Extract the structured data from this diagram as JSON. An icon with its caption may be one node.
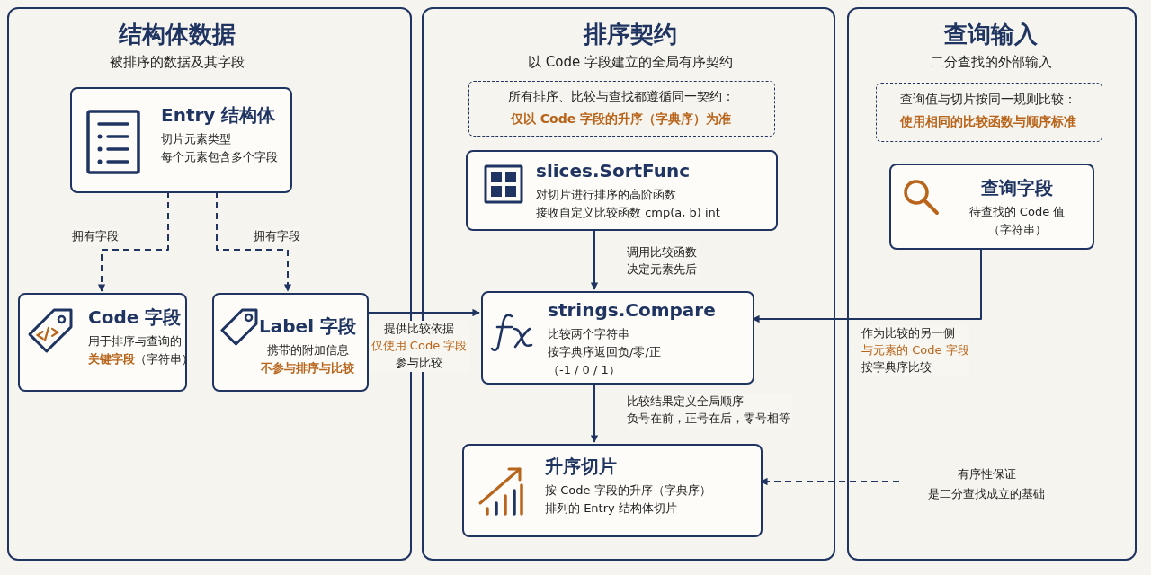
{
  "diagram": {
    "nodes": [
      {
        "text": [
          "结构体数据",
          "被排序的数据及其字段"
        ]
      },
      {
        "text": [
          "Entry 结构体",
          "切片元素类型",
          "每个元素包含多个字段"
        ],
        "in": 0
      },
      {
        "text": [
          "Code 字段",
          "用于排序与查询的",
          "**关键字段**（字符串）"
        ],
        "in": 0
      },
      {
        "text": [
          "Label 字段",
          "携带的附加信息",
          "不参与排序与比较"
        ],
        "in": 0
      },
      {
        "text": [
          "排序契约",
          "以 Code 字段建立的全局有序契约"
        ]
      },
      {
        "text": [
          "所有排序、比较与查找都遵循同一契约：",
          "仅以 Code 字段的升序（字典序）为准"
        ],
        "in": 4
      },
      {
        "text": [
          "slices.SortFunc",
          "对切片进行排序的高阶函数",
          "接收自定义比较函数 cmp(a, b) int"
        ],
        "in": 4
      },
      {
        "text": [
          "strings.Compare",
          "比较两个字符串",
          "按字典序返回负/零/正",
          "（-1 / 0 / 1）"
        ],
        "in": 4
      },
      {
        "text": [
          "升序切片",
          "按 Code 字段的升序（字典序）",
          "排列的 Entry 结构体切片"
        ],
        "in": 4
      },
      {
        "text": [
          "查询输入",
          "二分查找的外部输入"
        ]
      },
      {
        "text": [
          "查询值与切片按同一规则比较：",
          "使用相同的比较函数与顺序标准"
        ],
        "in": 9
      },
      {
        "text": [
          "查询字段",
          "待查找的 Code 值",
          "（字符串）"
        ],
        "in": 9
      },
      {
        "text": [
          "有序性保证",
          "是二分查找成立的基础"
        ],
        "in": 9
      }
    ],
    "edges": [
      {
        "from": 1,
        "to": 2,
        "arrow": "to",
        "label": "拥有字段",
        "style": "dashed"
      },
      {
        "from": 1,
        "to": 3,
        "arrow": "to",
        "label": "拥有字段",
        "style": "dashed"
      },
      {
        "from": 3,
        "to": 7,
        "arrow": "to",
        "label": "提供比较依据**仅使用 Code 字段**参与比较"
      },
      {
        "from": 6,
        "to": 7,
        "arrow": "to",
        "label": "调用比较函数决定元素先后"
      },
      {
        "from": 11,
        "to": 7,
        "arrow": "to",
        "label": "作为比较的另一侧**与元素的 Code 字段**按字典序比较"
      },
      {
        "from": 7,
        "to": 8,
        "arrow": "to",
        "label": "比较结果定义全局顺序负号在前，正号在后，零号相等"
      },
      {
        "from": 12,
        "to": 8,
        "arrow": "to",
        "style": "dashed"
      }
    ]
  }
}
